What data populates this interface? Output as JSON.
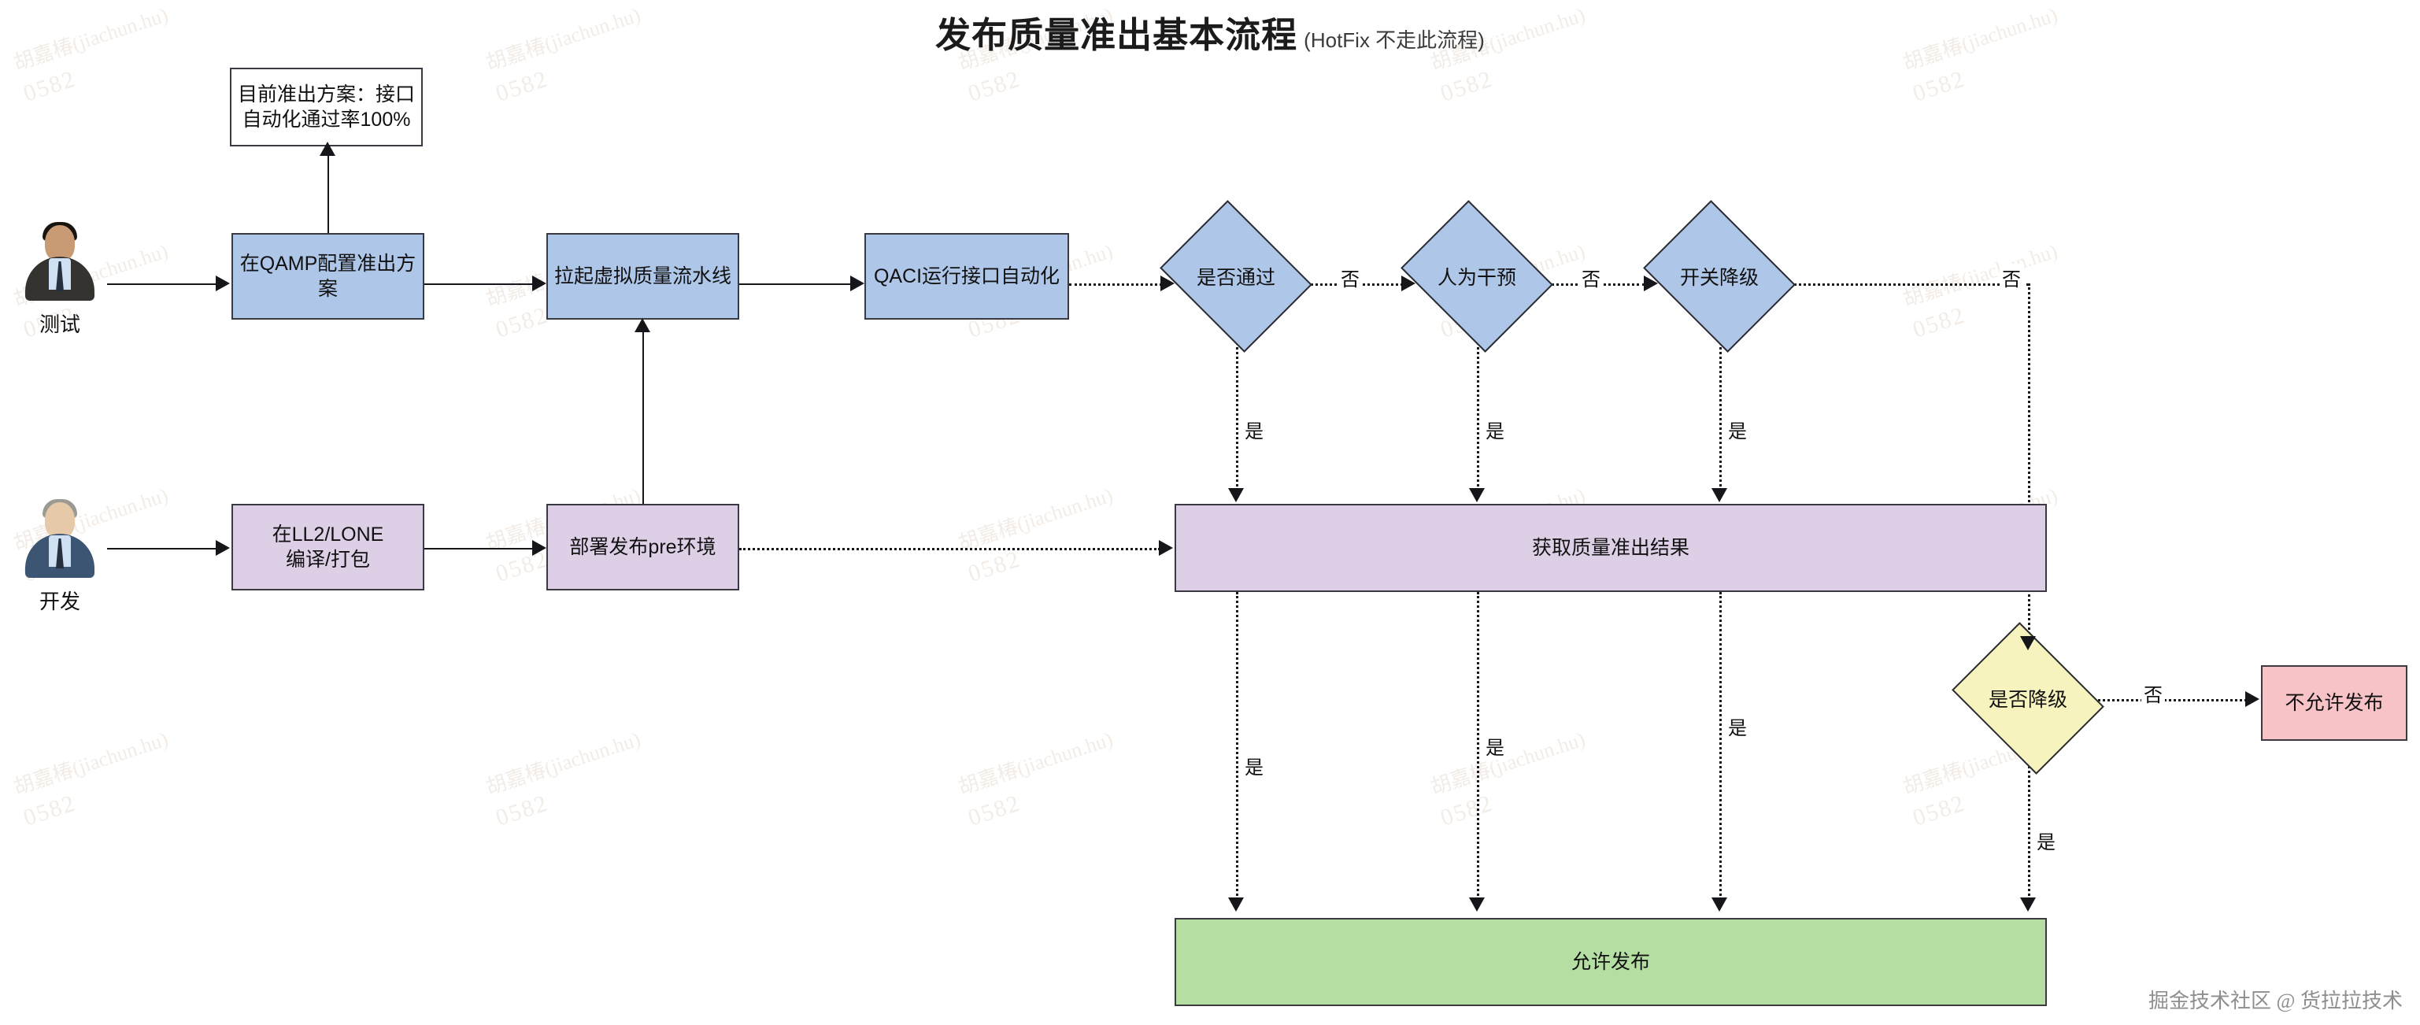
{
  "title": {
    "main": "发布质量准出基本流程",
    "sub": "(HotFix 不走此流程)"
  },
  "actors": [
    {
      "id": "test",
      "caption": "测试"
    },
    {
      "id": "dev",
      "caption": "开发"
    }
  ],
  "nodes": {
    "note": {
      "label": "目前准出方案：接口\n自动化通过率100%",
      "line1": "目前准出方案：接口",
      "line2": "自动化通过率100%",
      "shape": "rect",
      "color": "#ffffff"
    },
    "qamp": {
      "label": "在QAMP配置准出方案",
      "shape": "rect",
      "color": "#aec6e8"
    },
    "pipeline": {
      "label": "拉起虚拟质量流水线",
      "shape": "rect",
      "color": "#aec6e8"
    },
    "qaci": {
      "label": "QACI运行接口自动化",
      "shape": "rect",
      "color": "#aec6e8"
    },
    "pass": {
      "label": "是否通过",
      "shape": "diamond",
      "color": "#aec6e8"
    },
    "manual": {
      "label": "人为干预",
      "shape": "diamond",
      "color": "#aec6e8"
    },
    "switch": {
      "label": "开关降级",
      "shape": "diamond",
      "color": "#aec6e8"
    },
    "build": {
      "line1": "在LL2/LONE",
      "line2": "编译/打包",
      "shape": "rect",
      "color": "#ddd0e6"
    },
    "deploy": {
      "label": "部署发布pre环境",
      "shape": "rect",
      "color": "#ddd0e6"
    },
    "result": {
      "label": "获取质量准出结果",
      "shape": "rect",
      "color": "#ddd0e6"
    },
    "downgrade": {
      "label": "是否降级",
      "shape": "diamond",
      "color": "#f7f3bf"
    },
    "deny": {
      "label": "不允许发布",
      "shape": "rect",
      "color": "#f7c3c6"
    },
    "allow": {
      "label": "允许发布",
      "shape": "rect",
      "color": "#b5dfa2"
    }
  },
  "edge_labels": {
    "no_pass": "否",
    "no_manual": "否",
    "no_switch": "否",
    "no_downgrade": "否",
    "yes_pass_top": "是",
    "yes_manual_top": "是",
    "yes_switch_top": "是",
    "yes_pass_bottom": "是",
    "yes_manual_bottom": "是",
    "yes_switch_bottom": "是",
    "yes_downgrade": "是"
  },
  "watermark": {
    "name": "胡嘉椿(jiachun.hu)",
    "code": "0582"
  },
  "footer": "掘金技术社区 @ 货拉拉技术"
}
